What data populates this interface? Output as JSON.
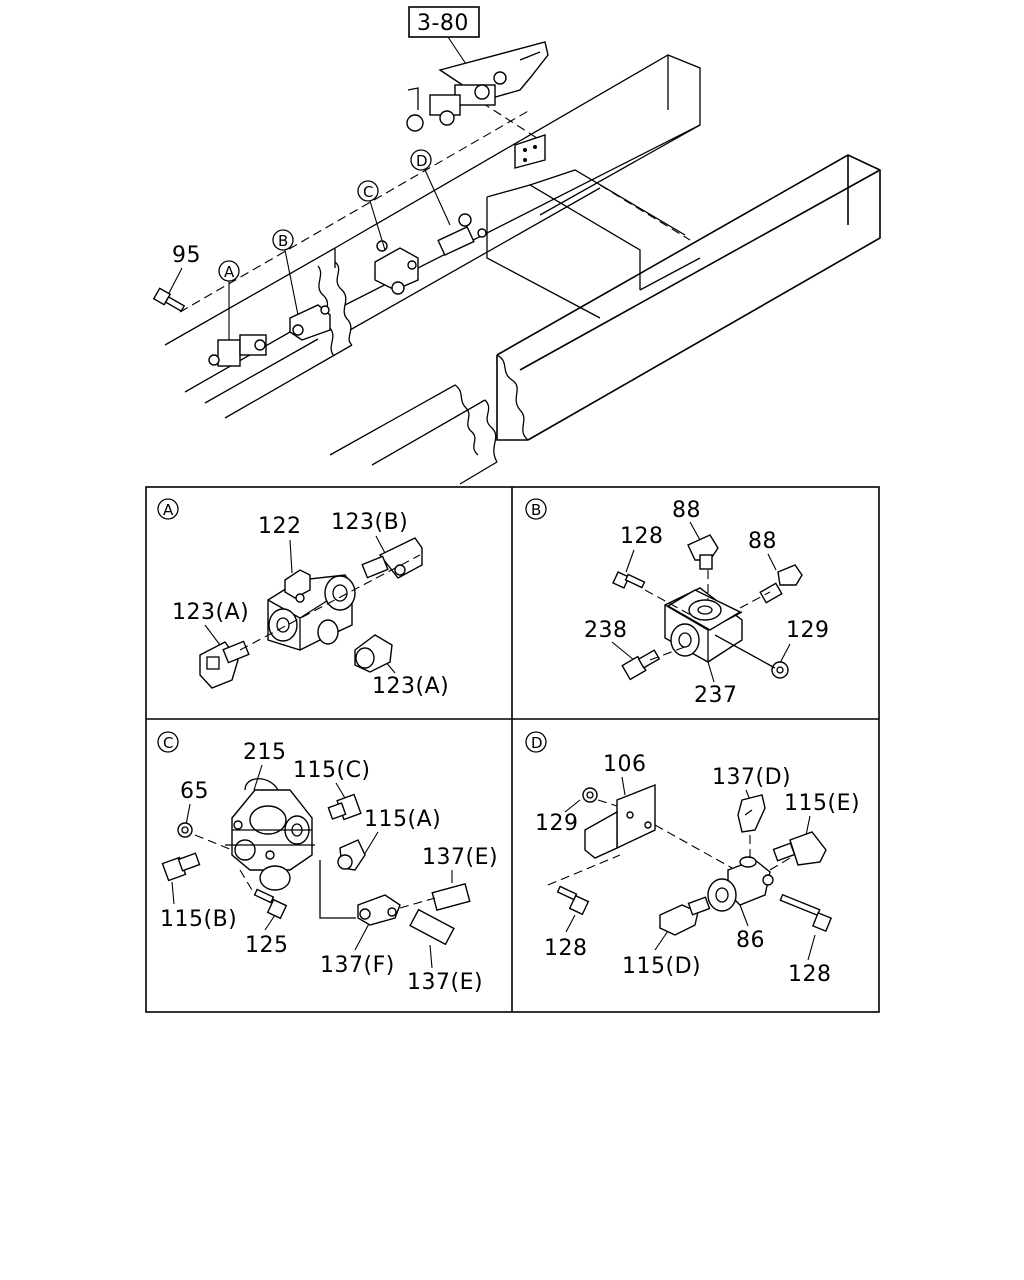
{
  "reference": {
    "text": "3-80"
  },
  "overview": {
    "callouts": {
      "p95": "95",
      "a": "A",
      "b": "B",
      "c": "C",
      "d": "D"
    }
  },
  "panel_a": {
    "tag": "A",
    "labels": {
      "l122": "122",
      "l123b": "123(B)",
      "l123a_1": "123(A)",
      "l123a_2": "123(A)"
    }
  },
  "panel_b": {
    "tag": "B",
    "labels": {
      "l88_1": "88",
      "l88_2": "88",
      "l128": "128",
      "l238": "238",
      "l129": "129",
      "l237": "237"
    }
  },
  "panel_c": {
    "tag": "C",
    "labels": {
      "l215": "215",
      "l115c": "115(C)",
      "l65": "65",
      "l115a": "115(A)",
      "l137e_1": "137(E)",
      "l115b": "115(B)",
      "l125": "125",
      "l137f": "137(F)",
      "l137e_2": "137(E)"
    }
  },
  "panel_d": {
    "tag": "D",
    "labels": {
      "l106": "106",
      "l137d": "137(D)",
      "l115e": "115(E)",
      "l129": "129",
      "l128_1": "128",
      "l86": "86",
      "l115d": "115(D)",
      "l128_2": "128"
    }
  }
}
